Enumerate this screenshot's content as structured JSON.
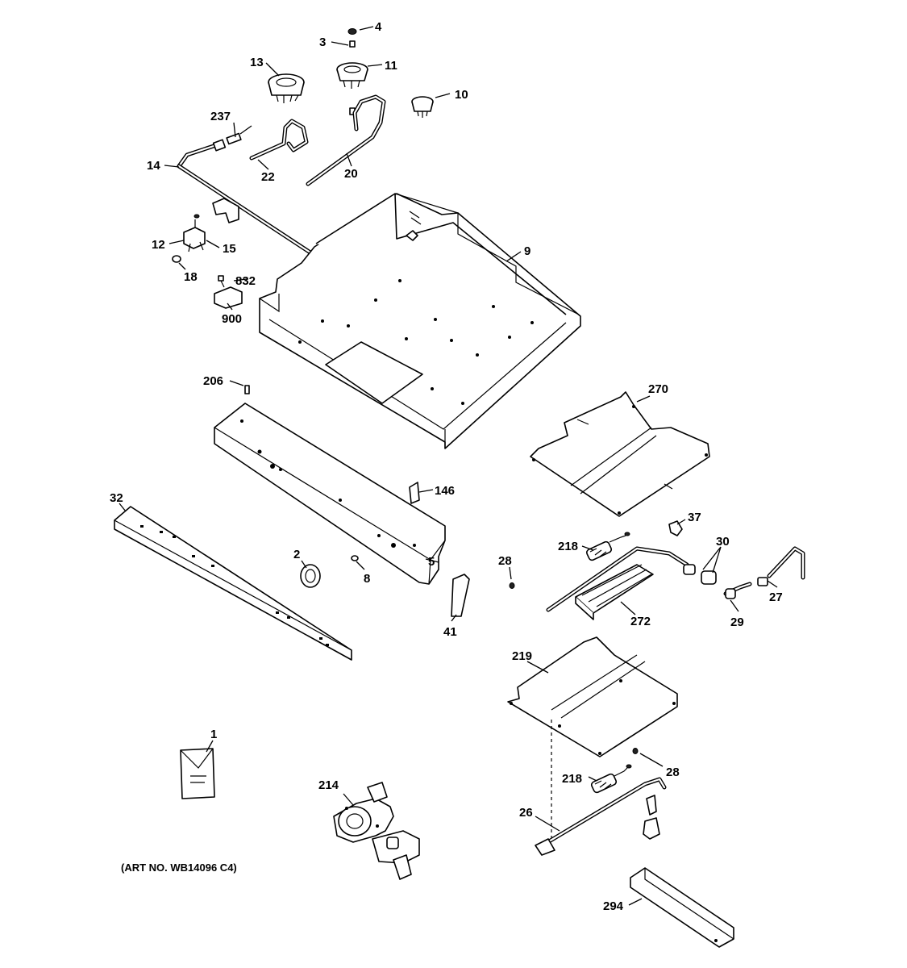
{
  "diagram": {
    "art_number": "(ART NO. WB14096 C4)",
    "callouts": [
      {
        "id": "4",
        "label": "4"
      },
      {
        "id": "3",
        "label": "3"
      },
      {
        "id": "13",
        "label": "13"
      },
      {
        "id": "11",
        "label": "11"
      },
      {
        "id": "10",
        "label": "10"
      },
      {
        "id": "237",
        "label": "237"
      },
      {
        "id": "14",
        "label": "14"
      },
      {
        "id": "22",
        "label": "22"
      },
      {
        "id": "20",
        "label": "20"
      },
      {
        "id": "9",
        "label": "9"
      },
      {
        "id": "12",
        "label": "12"
      },
      {
        "id": "15",
        "label": "15"
      },
      {
        "id": "18",
        "label": "18"
      },
      {
        "id": "832",
        "label": "832"
      },
      {
        "id": "900",
        "label": "900"
      },
      {
        "id": "206",
        "label": "206"
      },
      {
        "id": "270",
        "label": "270"
      },
      {
        "id": "146",
        "label": "146"
      },
      {
        "id": "32",
        "label": "32"
      },
      {
        "id": "37",
        "label": "37"
      },
      {
        "id": "2",
        "label": "2"
      },
      {
        "id": "5",
        "label": "5"
      },
      {
        "id": "28a",
        "label": "28"
      },
      {
        "id": "218a",
        "label": "218"
      },
      {
        "id": "30",
        "label": "30"
      },
      {
        "id": "8",
        "label": "8"
      },
      {
        "id": "27",
        "label": "27"
      },
      {
        "id": "41",
        "label": "41"
      },
      {
        "id": "272",
        "label": "272"
      },
      {
        "id": "29",
        "label": "29"
      },
      {
        "id": "219",
        "label": "219"
      },
      {
        "id": "1",
        "label": "1"
      },
      {
        "id": "28b",
        "label": "28"
      },
      {
        "id": "214",
        "label": "214"
      },
      {
        "id": "218b",
        "label": "218"
      },
      {
        "id": "26",
        "label": "26"
      },
      {
        "id": "294",
        "label": "294"
      }
    ]
  }
}
